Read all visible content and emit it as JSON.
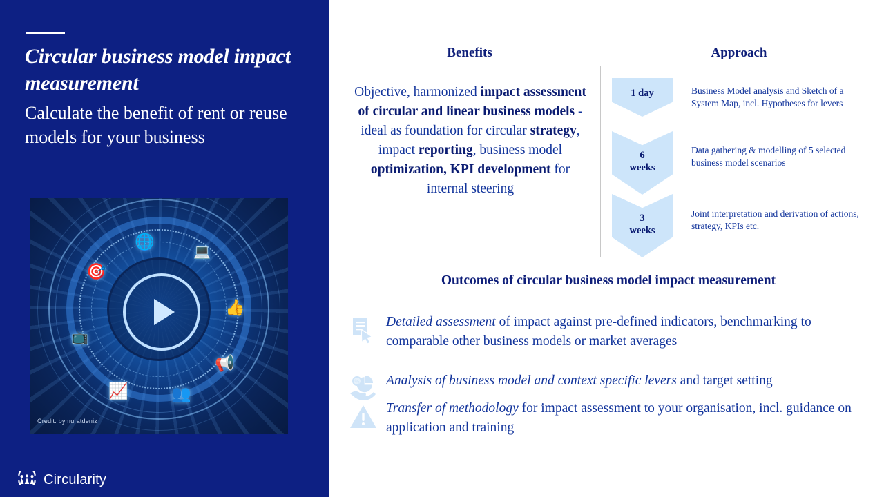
{
  "brand": {
    "navy": "#0d2083",
    "text_blue": "#13359c",
    "heading_blue": "#0f1f7a",
    "chevron_fill": "#cde5fa",
    "icon_fill": "#cfe4f8",
    "logo_name": "Circularity"
  },
  "left_panel": {
    "title": "Circular business model impact measurement",
    "subtitle": "Calculate the benefit of rent or reuse models for your business",
    "media": {
      "credit": "Credit: bymuratdeniz",
      "play_icon": "play-icon",
      "surrounding_icons": [
        "globe-icon",
        "laptop-presentation-icon",
        "target-dart-icon",
        "thumbs-up-icon",
        "laptop-video-icon",
        "megaphone-icon",
        "bar-chart-growth-icon",
        "group-people-icon"
      ]
    }
  },
  "benefits": {
    "heading": "Benefits",
    "segments": [
      {
        "text": "Objective, harmonized ",
        "bold": false
      },
      {
        "text": "impact assessment of circular and linear business models",
        "bold": true
      },
      {
        "text": " - ideal as foundation for circular ",
        "bold": false
      },
      {
        "text": "strategy",
        "bold": true
      },
      {
        "text": ", impact ",
        "bold": false
      },
      {
        "text": "reporting",
        "bold": true
      },
      {
        "text": ", business model ",
        "bold": false
      },
      {
        "text": "optimization, KPI development",
        "bold": true
      },
      {
        "text": " for internal steering",
        "bold": false
      }
    ]
  },
  "approach": {
    "heading": "Approach",
    "steps": [
      {
        "duration": "1 day",
        "duration_lines": [
          "1 day"
        ],
        "description": "Business Model analysis and Sketch of a System Map, incl. Hypotheses for levers"
      },
      {
        "duration": "6 weeks",
        "duration_lines": [
          "6",
          "weeks"
        ],
        "description": "Data gathering & modelling of 5 selected business model scenarios"
      },
      {
        "duration": "3 weeks",
        "duration_lines": [
          "3",
          "weeks"
        ],
        "description": "Joint interpretation and derivation of actions, strategy, KPIs etc."
      }
    ]
  },
  "outcomes": {
    "heading": "Outcomes of circular business model impact measurement",
    "items": [
      {
        "icon": "document-assessment-icon",
        "emphasis": "Detailed assessment",
        "rest": " of impact against pre-defined indicators, benchmarking to comparable other business models or market averages"
      },
      {
        "icon": "hand-pie-chart-icon",
        "emphasis": "Analysis of business model and context specific levers",
        "rest": " and target setting"
      },
      {
        "icon": "warning-triangle-icon",
        "emphasis": "Transfer of methodology",
        "rest": " for impact assessment to your organisation, incl. guidance on application and training"
      }
    ]
  }
}
